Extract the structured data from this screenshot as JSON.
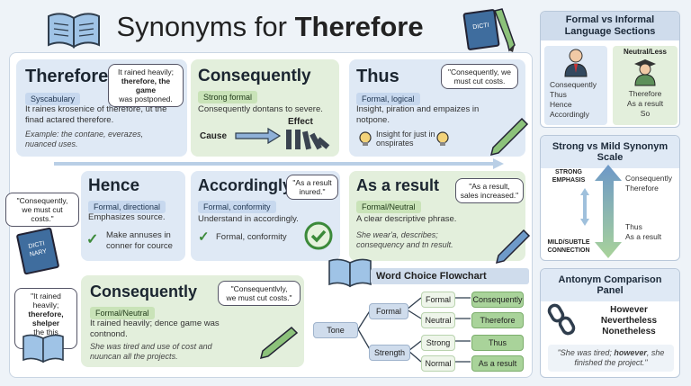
{
  "header": {
    "title_prefix": "Synonyms for",
    "title_strong": "Therefore"
  },
  "cards": [
    {
      "word": "Therefore",
      "tag": "Syscabulary",
      "desc": "It raines krosenice of therefore, ut the finad actared therefore.",
      "example": "Example: the contane, everazes, nuanced uses.",
      "bubble": [
        "It rained heavily;",
        "therefore, the game",
        "was postponed."
      ]
    },
    {
      "word": "Consequently",
      "tag": "Strong formal",
      "desc": "Consequently dontans to severe.",
      "cause": "Cause",
      "effect": "Effect"
    },
    {
      "word": "Thus",
      "tag": "Formal, logical",
      "desc": "Insight, piration and empaizes in notpone.",
      "insight": "Insight for just in onspirates",
      "bubble": [
        "\"Consequently, we",
        "must cut costs."
      ]
    },
    {
      "word": "Hence",
      "tag": "Formal, directional",
      "desc": "Emphasizes source.",
      "check": "Make annuses in conner for cource"
    },
    {
      "word": "Accordingly",
      "tag": "Formal, conformity",
      "desc": "Understand in accordingly.",
      "check": "Formal, conformity",
      "bubble": [
        "\"As a result",
        "inured.\""
      ]
    },
    {
      "word": "As a result",
      "tag": "Formal/Neutral",
      "desc": "A clear descriptive phrase.",
      "example": "She wear'a, describes; consequency and tn result.",
      "bubble": [
        "\"As a result,",
        "sales increased.\""
      ]
    },
    {
      "word": "Consequently",
      "tag": "Formal/Neutral",
      "desc": "It rained heavily; dence game was contnond.",
      "example": "She was tired and use of cost and nuuncan all the projects.",
      "bubble": [
        "\"Consequentlvly,",
        "we must cut costs.\""
      ]
    }
  ],
  "side_bubbles": {
    "left_mid": [
      "\"Consequently,",
      "we must cut costs.\""
    ],
    "left_bottom": [
      "\"It rained heavily;",
      "therefore, shelper",
      "the this project.\""
    ]
  },
  "dictionary_labels": {
    "top": "DICTI",
    "left": "DICTI NARY"
  },
  "flowchart": {
    "title": "Word Choice Flowchart",
    "root": "Tone",
    "branches": [
      {
        "label": "Formal",
        "options": [
          {
            "label": "Formal",
            "result": "Consequently"
          },
          {
            "label": "Neutral",
            "result": "Therefore"
          }
        ]
      },
      {
        "label": "Strength",
        "options": [
          {
            "label": "Strong",
            "result": "Thus"
          },
          {
            "label": "Normal",
            "result": "As a result"
          }
        ]
      }
    ]
  },
  "formal_panel": {
    "title": "Formal vs Informal Language Sections",
    "right_header": "Neutral/Less",
    "left_items": [
      "Consequently",
      "Thus",
      "Hence",
      "Accordingly"
    ],
    "right_items": [
      "Therefore",
      "As a result",
      "So"
    ]
  },
  "scale_panel": {
    "title": "Strong vs Mild Synonym Scale",
    "top_label": [
      "STRONG",
      "EMPHASIS"
    ],
    "bottom_label": [
      "MILD/SUBTLE",
      "CONNECTION"
    ],
    "top_words": [
      "Consequently",
      "Therefore"
    ],
    "bottom_words": [
      "Thus",
      "As a result"
    ]
  },
  "antonym_panel": {
    "title": "Antonym Comparison Panel",
    "words": [
      "However",
      "Nevertheless",
      "Nonetheless"
    ],
    "quote_pre": "\"She was tired; ",
    "quote_strong": "however",
    "quote_post": ", she finished the project.\""
  },
  "colors": {
    "blue_card": "#dfe9f5",
    "green_card": "#e3efdc",
    "accent_arrow": "#7fa7cf",
    "result_green": "#a9d39a"
  }
}
